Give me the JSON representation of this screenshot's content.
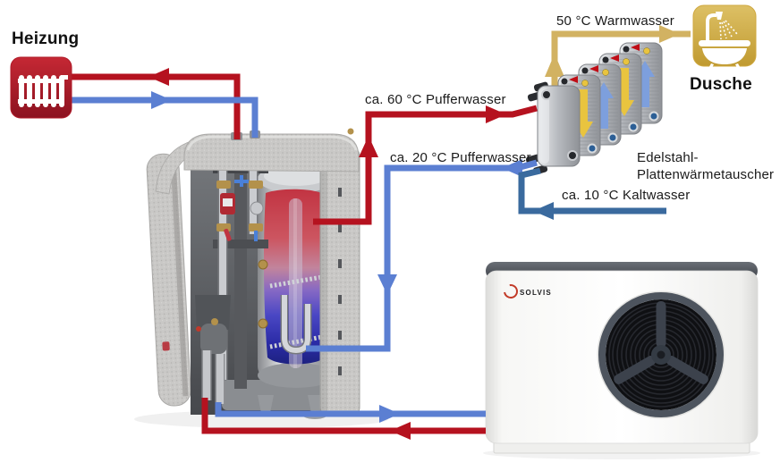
{
  "diagram": {
    "labels": {
      "heizung": "Heizung",
      "warmwasser": "50 °C Warmwasser",
      "pufferwasser_hot": "ca. 60 °C Pufferwasser",
      "pufferwasser_return": "ca. 20 °C Pufferwasser",
      "kaltwasser": "ca. 10 °C Kaltwasser",
      "exchanger_line1": "Edelstahl-",
      "exchanger_line2": "Plattenwärmetauscher",
      "dusche": "Dusche",
      "brand": "SOLVIS"
    },
    "colors": {
      "hot_red": "#b5121f",
      "return_blue": "#5b7fd2",
      "cold_blue": "#3a6a9e",
      "warm_gold": "#d2b262",
      "radiator_red": "#b01b29",
      "shower_gold": "#cfa83f"
    },
    "icons": {
      "heizung": "radiator-icon",
      "dusche": "shower-bathtub-icon",
      "heat_pump_fan": "fan-grille"
    }
  }
}
